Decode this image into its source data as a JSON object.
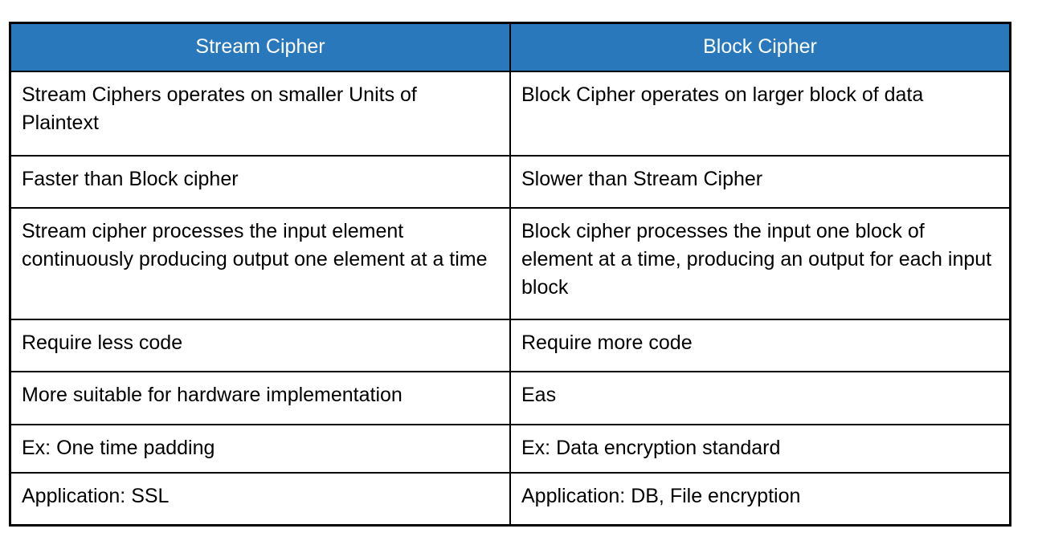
{
  "header": {
    "stream_label": "Stream Cipher",
    "block_label": "Block Cipher"
  },
  "rows": [
    {
      "stream": "Stream Ciphers operates on smaller Units of Plaintext",
      "block": "Block Cipher operates on larger block of data"
    },
    {
      "stream": "Faster than Block cipher",
      "block": "Slower than Stream Cipher"
    },
    {
      "stream": "Stream cipher processes the input element continuously producing output one element at a time",
      "block": "Block cipher processes the input one block of element at a time, producing an output for each input block"
    },
    {
      "stream": "Require less code",
      "block": "Require more code"
    },
    {
      "stream": "More suitable for hardware implementation",
      "block": "Eas"
    },
    {
      "stream": "Ex: One time padding",
      "block": "Ex: Data encryption standard"
    },
    {
      "stream": "Application: SSL",
      "block": "Application: DB, File encryption"
    }
  ],
  "colors": {
    "header_bg": "#2878BB",
    "header_text": "#FFFFFF",
    "border": "#000000",
    "body_text": "#000000",
    "page_bg": "#FFFFFF"
  }
}
